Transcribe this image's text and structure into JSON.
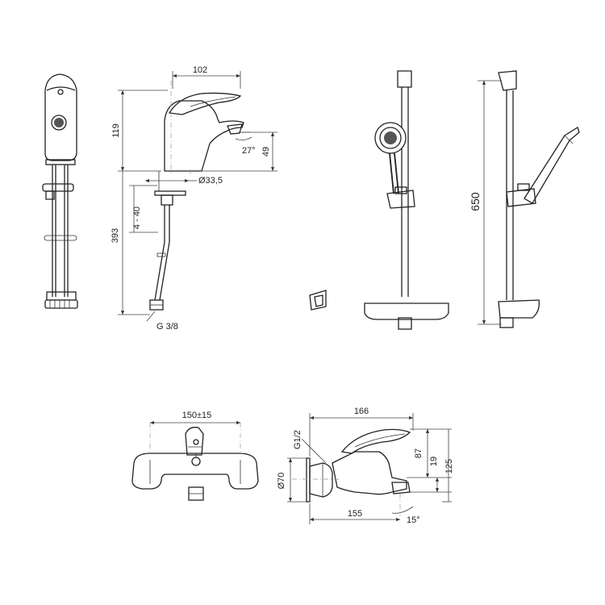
{
  "basin_mixer": {
    "width_label": "102",
    "height_label": "119",
    "angle_label": "27°",
    "spout_label": "49",
    "diameter_label": "Ø33,5",
    "thickness_label": "4 - 40",
    "hose_label": "393",
    "thread_label": "G 3/8"
  },
  "shower_set": {
    "rail_label": "650"
  },
  "bath_mixer": {
    "centers_label": "150±15",
    "width_label": "166",
    "thread_label": "G1/2",
    "rosette_label": "Ø70",
    "label_87": "87",
    "label_19": "19",
    "label_125": "125",
    "spout_label": "155",
    "angle_label": "15°"
  }
}
